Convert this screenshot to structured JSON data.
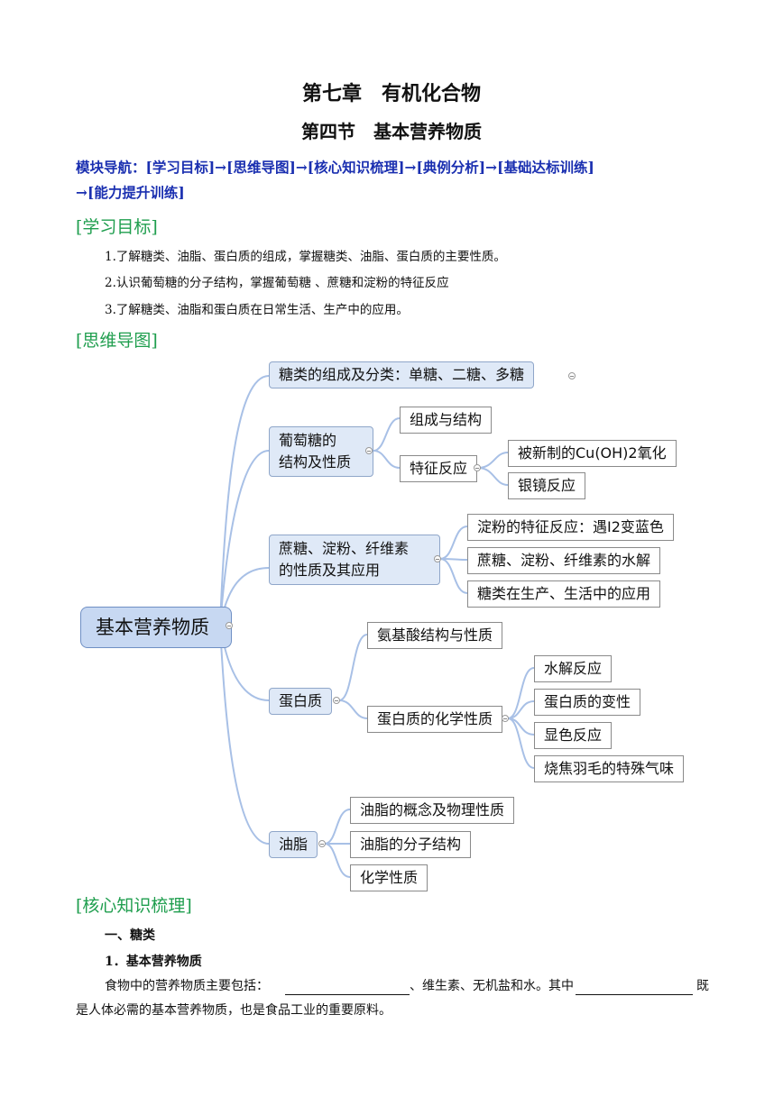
{
  "header": {
    "chapter_title": "第七章　有机化合物",
    "section_title": "第四节　基本营养物质"
  },
  "nav": {
    "line1": "模块导航：[学习目标]→[思维导图]→[核心知识梳理]→[典例分析]→[基础达标训练]",
    "line2": "→[能力提升训练]"
  },
  "objectives": {
    "heading": "[学习目标]",
    "items": [
      "1.了解糖类、油脂、蛋白质的组成，掌握糖类、油脂、蛋白质的主要性质。",
      "2.认识葡萄糖的分子结构，掌握葡萄糖 、蔗糖和淀粉的特征反应",
      "3.了解糖类、油脂和蛋白质在日常生活、生产中的应用。"
    ]
  },
  "mindmap": {
    "heading": "[思维导图]",
    "root": "基本营养物质",
    "branches": {
      "sugar": "糖类的组成及分类：单糖、二糖、多糖",
      "glucose_l1": "葡萄糖的",
      "glucose_l2": "结构及性质",
      "glucose_structure": "组成与结构",
      "glucose_reaction": "特征反应",
      "cu_oxidation": "被新制的Cu(OH)2氧化",
      "silver_mirror": "银镜反应",
      "sucrose_l1": "蔗糖、淀粉、纤维素",
      "sucrose_l2": "的性质及其应用",
      "starch_reaction": "淀粉的特征反应：遇I2变蓝色",
      "hydrolysis_sugars": "蔗糖、淀粉、纤维素的水解",
      "sugar_application": "糖类在生产、生活中的应用",
      "protein": "蛋白质",
      "amino_acid": "氨基酸结构与性质",
      "protein_chem": "蛋白质的化学性质",
      "protein_hydrolysis": "水解反应",
      "protein_denature": "蛋白质的变性",
      "color_reaction": "显色反应",
      "burning_smell": "烧焦羽毛的特殊气味",
      "fat": "油脂",
      "fat_concept": "油脂的概念及物理性质",
      "fat_structure": "油脂的分子结构",
      "fat_chem": "化学性质"
    }
  },
  "core": {
    "heading": "[核心知识梳理]",
    "sub1": "一、糖类",
    "sub2": "1．基本营养物质",
    "para_a": "食物中的营养物质主要包括：",
    "para_b": "、维生素、无机盐和水。其中",
    "para_c": "既",
    "para_d": "是人体必需的基本营养物质，也是食品工业的重要原料。"
  },
  "colors": {
    "nav": "#1a2fb0",
    "section": "#1f9e4e",
    "node_blue": "#dfe9f7",
    "lines": "#a8c0e6"
  }
}
